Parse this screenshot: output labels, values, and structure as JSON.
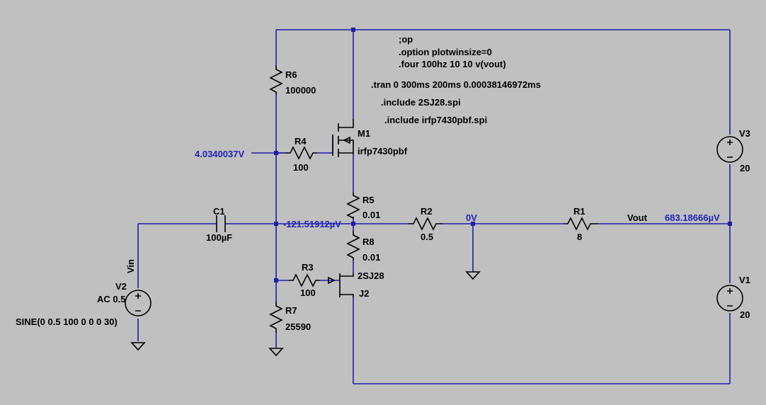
{
  "directives": {
    "op": ";op",
    "plotwinsize": ".option plotwinsize=0",
    "four": ".four 100hz 10 10 v(vout)",
    "tran": ".tran 0 300ms 200ms 0.00038146972ms",
    "include_2sj28": ".include 2SJ28.spi",
    "include_irfp": ".include irfp7430pbf.spi"
  },
  "components": {
    "R6": {
      "name": "R6",
      "value": "100000"
    },
    "R4": {
      "name": "R4",
      "value": "100"
    },
    "M1": {
      "name": "M1",
      "value": "irfp7430pbf"
    },
    "R5": {
      "name": "R5",
      "value": "0.01"
    },
    "R8": {
      "name": "R8",
      "value": "0.01"
    },
    "C1": {
      "name": "C1",
      "value": "100µF"
    },
    "R2": {
      "name": "R2",
      "value": "0.5"
    },
    "R1": {
      "name": "R1",
      "value": "8"
    },
    "R3": {
      "name": "R3",
      "value": "100"
    },
    "J2": {
      "name": "J2",
      "value": "2SJ28"
    },
    "R7": {
      "name": "R7",
      "value": "25590"
    },
    "V2": {
      "name": "V2",
      "ac": "AC 0.5",
      "sine": "SINE(0 0.5 100 0 0 0 30)"
    },
    "V3": {
      "name": "V3",
      "value": "20"
    },
    "V1": {
      "name": "V1",
      "value": "20"
    }
  },
  "nets": {
    "vin": "Vin",
    "vout": "Vout"
  },
  "voltages": {
    "gate_bias": "4.0340037V",
    "midpoint": "-121.51912µV",
    "r2_node": "0V",
    "vout": "683.18666µV"
  },
  "colors": {
    "background": "#c0c0c0",
    "wire": "#1e1eaa",
    "component": "#000000",
    "voltage_label": "#2222bb"
  }
}
